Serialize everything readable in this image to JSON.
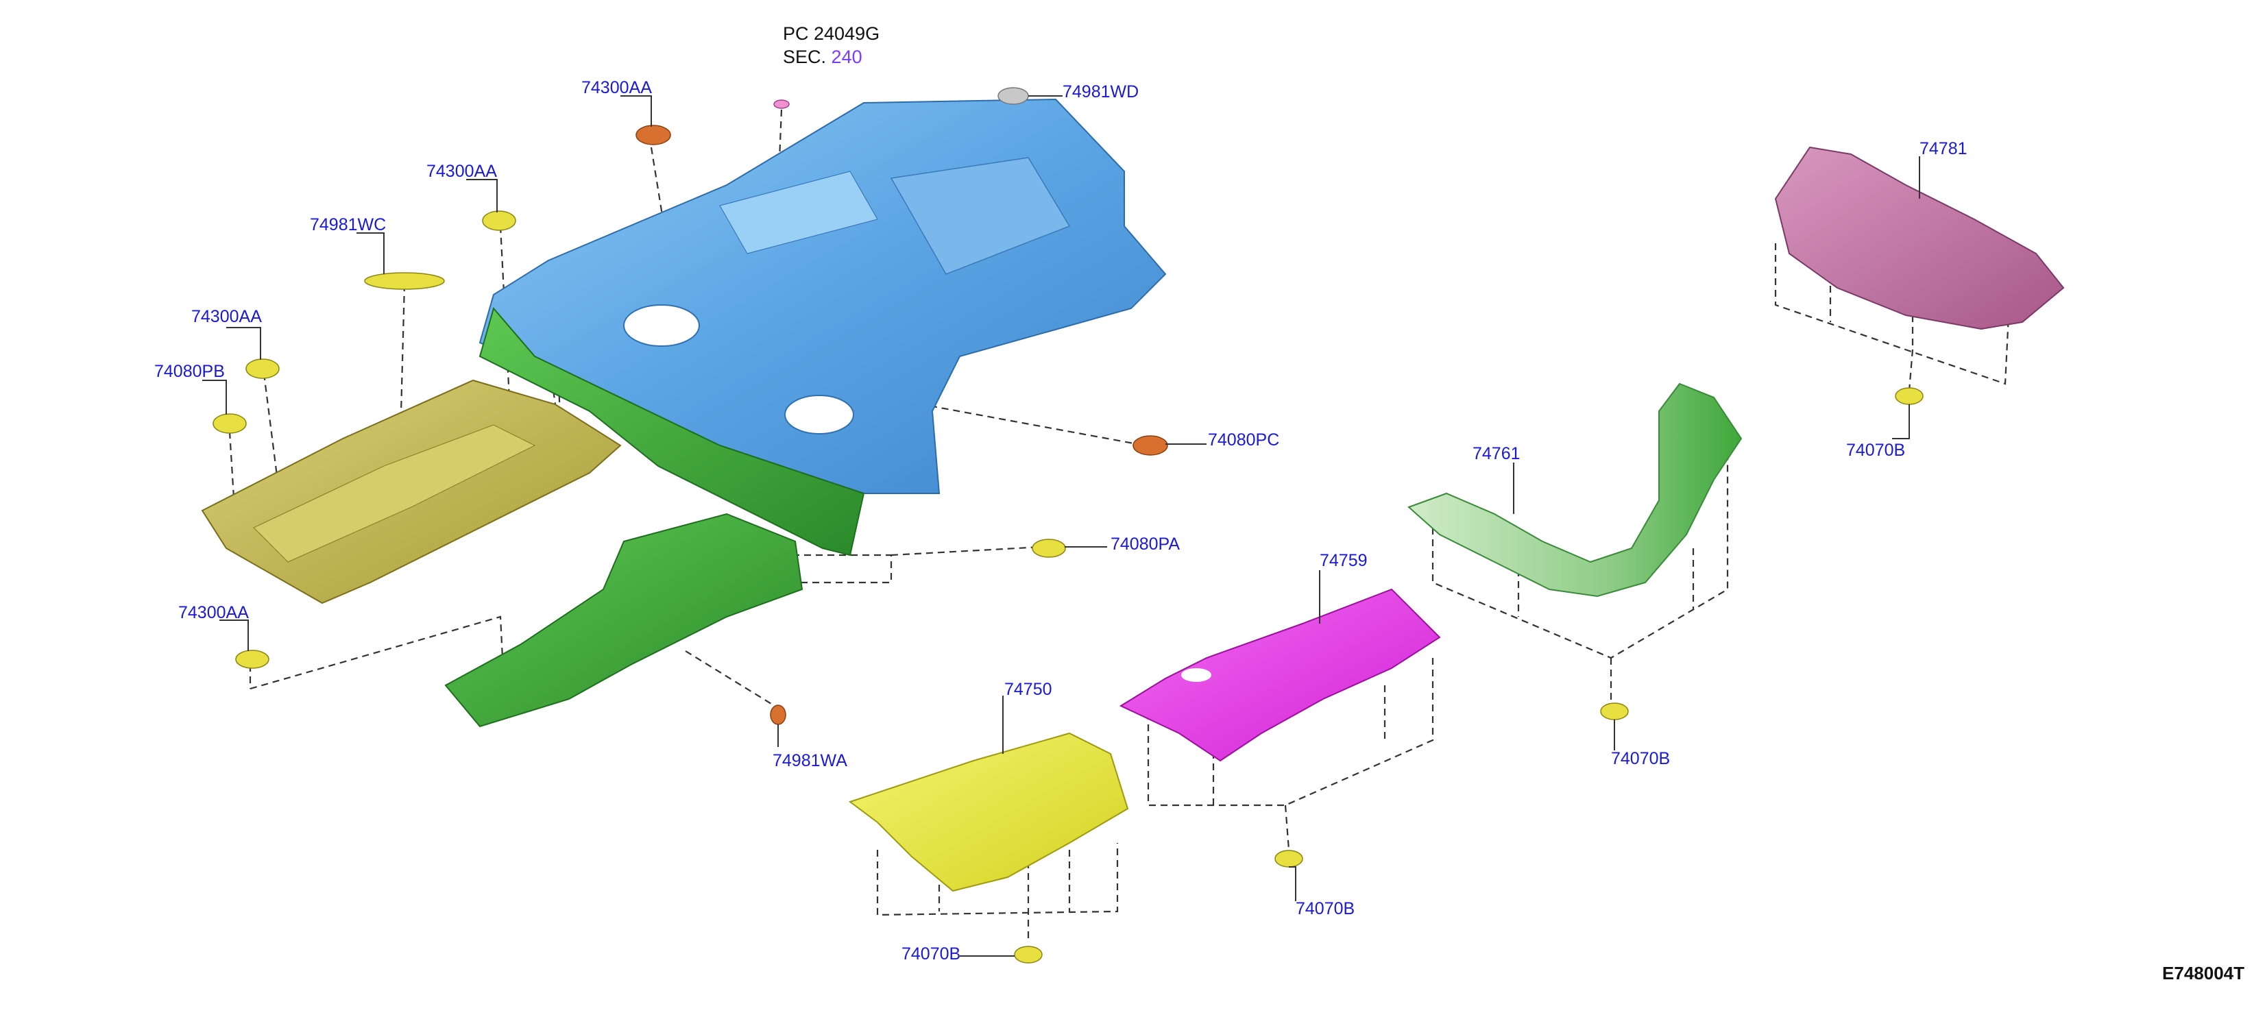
{
  "colors": {
    "callout_text": "#1a1ad6",
    "section_number": "#7a3cff",
    "floor_panel": "#6aaee6",
    "green_insulator": "#3ea83a",
    "olive_insulator": "#c8bd5a",
    "yellow_insulator": "#ecec38",
    "magenta_insulator": "#ec3cec",
    "pink_insulator": "#c87aa8",
    "light_green_insulator": "#a8d8a0",
    "clip_yellow": "#e8e040",
    "clip_orange": "#d87030"
  },
  "reference": {
    "pc_label": "PC 24049G",
    "sec_label": "SEC.",
    "sec_number": "240"
  },
  "diagram_id": "E748004T",
  "callouts": {
    "c74300aa_top": "74300AA",
    "c74300aa_2": "74300AA",
    "c74981wc": "74981WC",
    "c74300aa_3": "74300AA",
    "c74080pb": "74080PB",
    "c74300aa_bottom": "74300AA",
    "c74981wd": "74981WD",
    "c74080pc": "74080PC",
    "c74080pa": "74080PA",
    "c74981wa": "74981WA",
    "c74750": "74750",
    "c74070b_1": "74070B",
    "c74759": "74759",
    "c74070b_2": "74070B",
    "c74761": "74761",
    "c74070b_3": "74070B",
    "c74781": "74781",
    "c74070b_4": "74070B"
  }
}
